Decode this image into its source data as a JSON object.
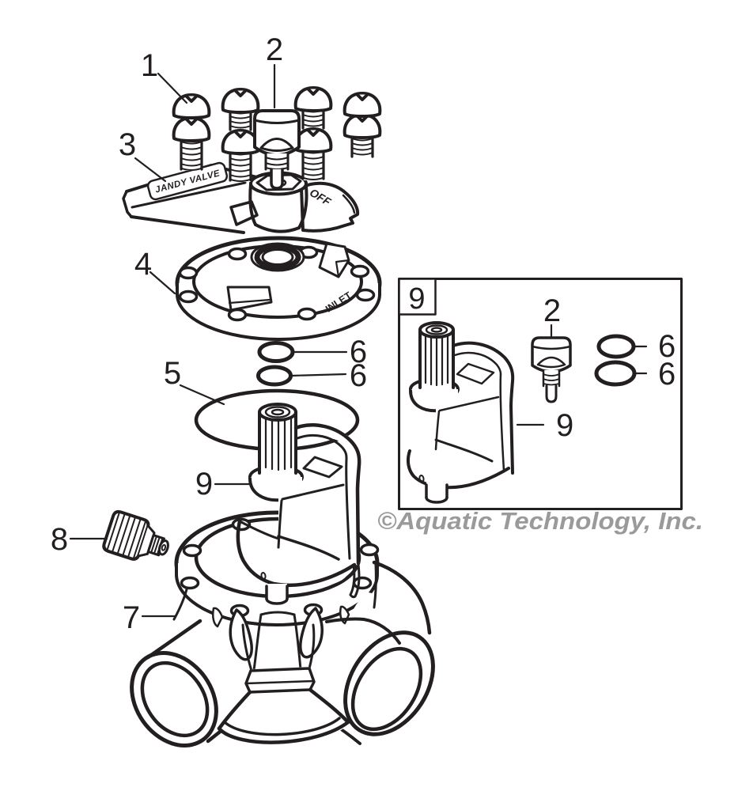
{
  "diagram": {
    "ink_color": "#231f20",
    "background": "#ffffff",
    "watermark": {
      "text": "©Aquatic Technology, Inc.",
      "color": "#9a9a9a"
    },
    "callouts": {
      "part1": "1",
      "part2": "2",
      "part3": "3",
      "part4": "4",
      "part5": "5",
      "part6": "6",
      "part7": "7",
      "part8": "8",
      "part9": "9"
    },
    "engravings": {
      "handle_brand": "JANDY VALVE",
      "handle_position": "OFF",
      "cover_port": "INLET"
    },
    "inset": {
      "corner_label": "9"
    }
  }
}
